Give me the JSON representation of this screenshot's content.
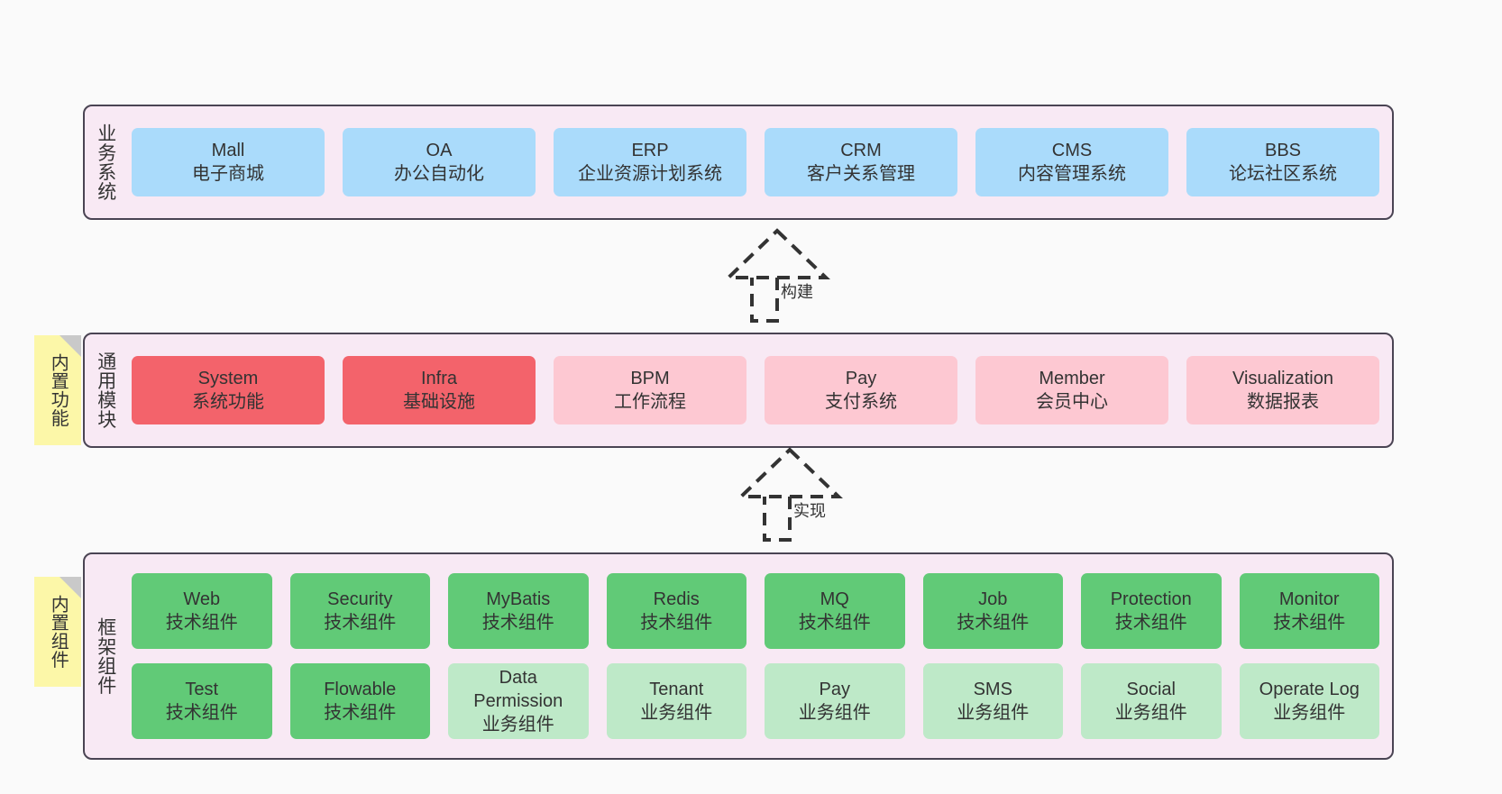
{
  "diagram": {
    "colors": {
      "canvas_bg": "#fafafa",
      "tier_bg": "#f8e9f4",
      "tier_border": "#4a4453",
      "note_bg": "#fcf7a8",
      "business_card": "#aadbfb",
      "module_core_card": "#f3636b",
      "module_card": "#fdc8d2",
      "tech_card": "#61ca77",
      "biz_component_card": "#bee9c8",
      "arrow_stroke": "#333333"
    },
    "tiers": [
      {
        "id": "business",
        "label": "业务系统",
        "rows": [
          {
            "cards": [
              {
                "title": "Mall",
                "subtitle": "电子商城",
                "variant": "c-blue"
              },
              {
                "title": "OA",
                "subtitle": "办公自动化",
                "variant": "c-blue"
              },
              {
                "title": "ERP",
                "subtitle": "企业资源计划系统",
                "variant": "c-blue"
              },
              {
                "title": "CRM",
                "subtitle": "客户关系管理",
                "variant": "c-blue"
              },
              {
                "title": "CMS",
                "subtitle": "内容管理系统",
                "variant": "c-blue"
              },
              {
                "title": "BBS",
                "subtitle": "论坛社区系统",
                "variant": "c-blue"
              }
            ]
          }
        ]
      },
      {
        "id": "modules",
        "label": "通用模块",
        "note": "内置功能",
        "rows": [
          {
            "cards": [
              {
                "title": "System",
                "subtitle": "系统功能",
                "variant": "c-red"
              },
              {
                "title": "Infra",
                "subtitle": "基础设施",
                "variant": "c-red"
              },
              {
                "title": "BPM",
                "subtitle": "工作流程",
                "variant": "c-pink"
              },
              {
                "title": "Pay",
                "subtitle": "支付系统",
                "variant": "c-pink"
              },
              {
                "title": "Member",
                "subtitle": "会员中心",
                "variant": "c-pink"
              },
              {
                "title": "Visualization",
                "subtitle": "数据报表",
                "variant": "c-pink"
              }
            ]
          }
        ]
      },
      {
        "id": "framework",
        "label": "框架组件",
        "note": "内置组件",
        "rows": [
          {
            "cards": [
              {
                "title": "Web",
                "subtitle": "技术组件",
                "variant": "c-green"
              },
              {
                "title": "Security",
                "subtitle": "技术组件",
                "variant": "c-green"
              },
              {
                "title": "MyBatis",
                "subtitle": "技术组件",
                "variant": "c-green"
              },
              {
                "title": "Redis",
                "subtitle": "技术组件",
                "variant": "c-green"
              },
              {
                "title": "MQ",
                "subtitle": "技术组件",
                "variant": "c-green"
              },
              {
                "title": "Job",
                "subtitle": "技术组件",
                "variant": "c-green"
              },
              {
                "title": "Protection",
                "subtitle": "技术组件",
                "variant": "c-green"
              },
              {
                "title": "Monitor",
                "subtitle": "技术组件",
                "variant": "c-green"
              }
            ]
          },
          {
            "cards": [
              {
                "title": "Test",
                "subtitle": "技术组件",
                "variant": "c-green"
              },
              {
                "title": "Flowable",
                "subtitle": "技术组件",
                "variant": "c-green"
              },
              {
                "title": "Data Permission",
                "subtitle": "业务组件",
                "variant": "c-lightgreen"
              },
              {
                "title": "Tenant",
                "subtitle": "业务组件",
                "variant": "c-lightgreen"
              },
              {
                "title": "Pay",
                "subtitle": "业务组件",
                "variant": "c-lightgreen"
              },
              {
                "title": "SMS",
                "subtitle": "业务组件",
                "variant": "c-lightgreen"
              },
              {
                "title": "Social",
                "subtitle": "业务组件",
                "variant": "c-lightgreen"
              },
              {
                "title": "Operate Log",
                "subtitle": "业务组件",
                "variant": "c-lightgreen"
              }
            ]
          }
        ]
      }
    ],
    "connectors": [
      {
        "id": "build",
        "label": "构建",
        "style": "dashed-hollow-triangle",
        "direction": "up"
      },
      {
        "id": "implement",
        "label": "实现",
        "style": "dashed-hollow-triangle",
        "direction": "up"
      }
    ]
  }
}
